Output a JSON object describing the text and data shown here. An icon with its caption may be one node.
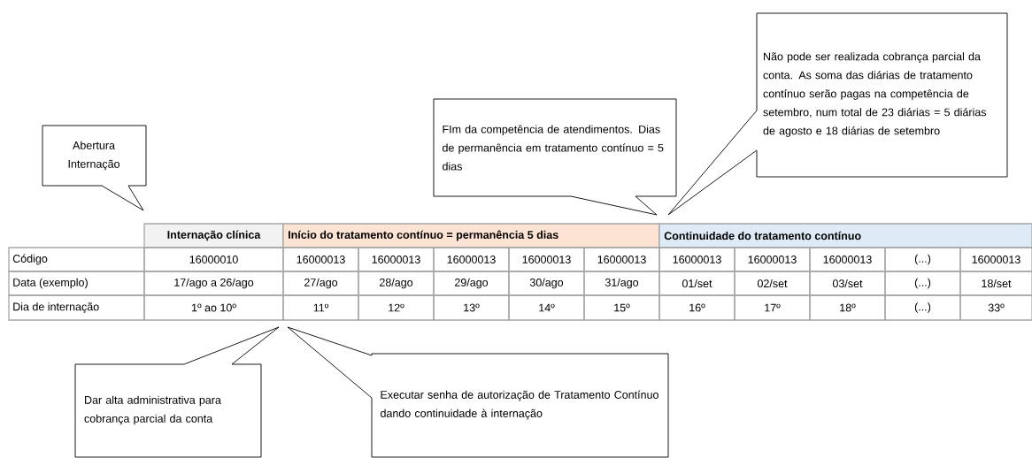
{
  "diagram": {
    "nodes": [
      {
        "text": [
          "Abertura Internação"
        ]
      },
      {
        "text": [
          "FIm da competência de atendimentos. Dias de permanência em tratamento contínuo = 5 dias"
        ]
      },
      {
        "text": [
          "Não pode ser realizada cobrança parcial da conta. As soma das diárias de tratamento contínuo serão pagas na competência de setembro, num total de 23 diárias = 5 diárias de agosto e 18 diárias de setembro"
        ]
      },
      {
        "text": [
          "Dar alta administrativa para cobrança parcial da conta"
        ]
      },
      {
        "text": [
          "Executar senha de autorização de Tratamento Contínuo dando continuidade à internação"
        ]
      }
    ],
    "labels": [
      "Internação clínica",
      "Início do tratamento contínuo = permanência 5 dias",
      "Continuidade do tratamento contínuo",
      "Código",
      "16000010",
      "16000013",
      "16000013",
      "16000013",
      "16000013",
      "16000013",
      "16000013",
      "16000013",
      "16000013",
      "(...)",
      "16000013",
      "Data (exemplo)",
      "17/ago a 26/ago",
      "27/ago",
      "28/ago",
      "29/ago",
      "30/ago",
      "31/ago",
      "01/set",
      "02/set",
      "03/set",
      "(...)",
      "18/set",
      "Dia de internação",
      "1º ao 10º",
      "11º",
      "12º",
      "13º",
      "14º",
      "15º",
      "16º",
      "17º",
      "18º",
      "(...)",
      "33º"
    ]
  }
}
